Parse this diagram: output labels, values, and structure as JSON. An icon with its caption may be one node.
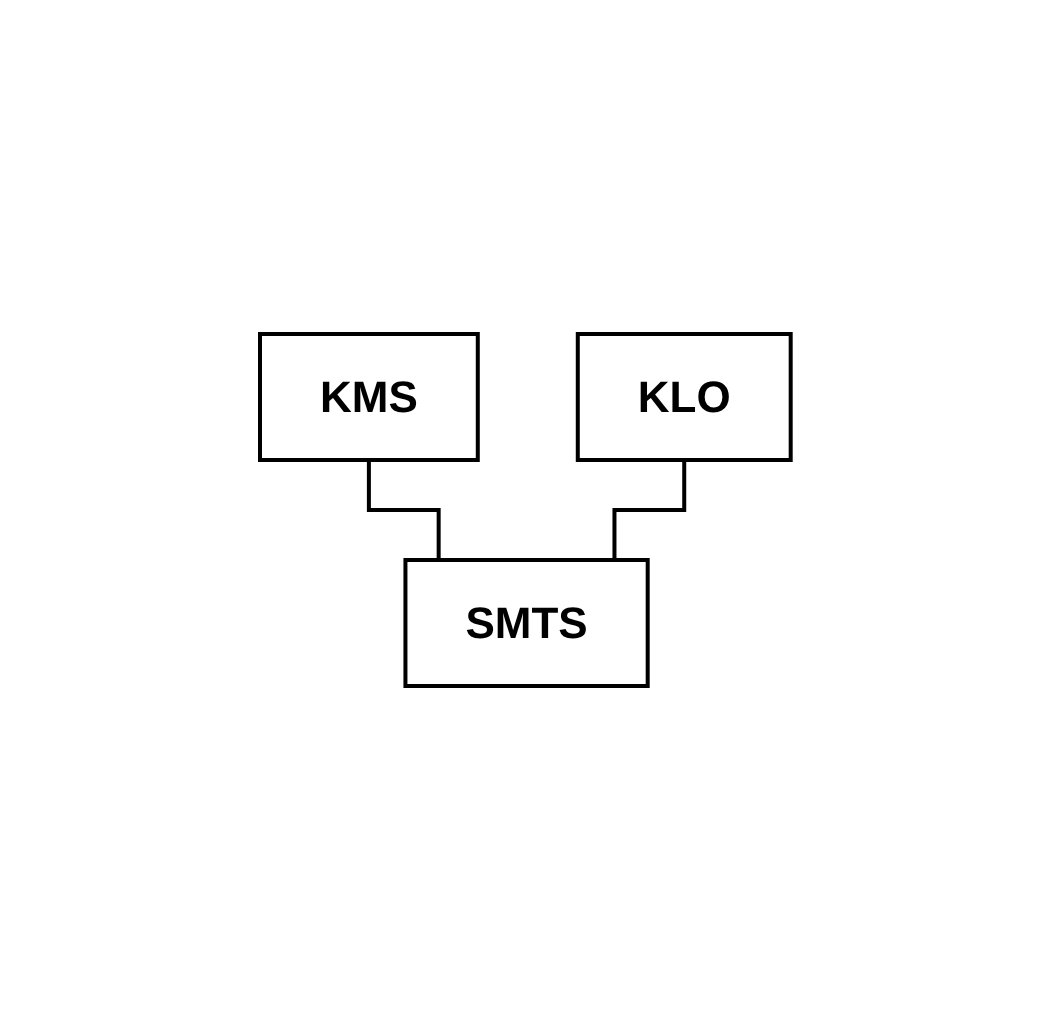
{
  "diagram": {
    "nodes": [
      {
        "text": [
          "KMS"
        ]
      },
      {
        "text": [
          "KLO"
        ]
      },
      {
        "text": [
          "SMTS"
        ]
      }
    ],
    "edges": [
      {
        "from": 0,
        "to": 2,
        "arrow": "none"
      },
      {
        "from": 1,
        "to": 2,
        "arrow": "none"
      }
    ]
  }
}
